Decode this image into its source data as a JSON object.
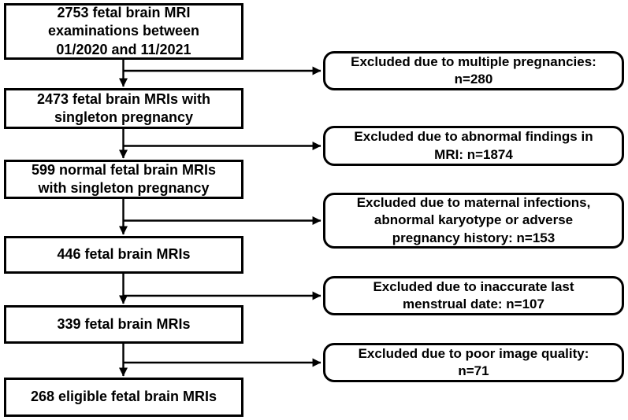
{
  "diagram": {
    "type": "flowchart",
    "background_color": "#ffffff",
    "line_color": "#000000",
    "text_color": "#000000",
    "process_boxes": [
      {
        "id": "total-examinations",
        "label": "2753 fetal brain MRI\nexaminations between\n01/2020 and 11/2021"
      },
      {
        "id": "singleton",
        "label": "2473 fetal brain MRIs with\nsingleton pregnancy"
      },
      {
        "id": "normal-singleton",
        "label": "599 normal fetal brain MRIs\nwith singleton pregnancy"
      },
      {
        "id": "after-history-filter",
        "label": "446 fetal brain MRIs"
      },
      {
        "id": "after-date-filter",
        "label": "339 fetal brain MRIs"
      },
      {
        "id": "eligible",
        "label": "268 eligible fetal brain MRIs"
      }
    ],
    "exclusion_boxes": [
      {
        "id": "multiple-pregnancies",
        "label": "Excluded due to multiple pregnancies:\nn=280"
      },
      {
        "id": "abnormal-findings",
        "label": "Excluded due to abnormal findings in\nMRI: n=1874"
      },
      {
        "id": "maternal-infections",
        "label": "Excluded due to maternal infections,\nabnormal karyotype or adverse\npregnancy history: n=153"
      },
      {
        "id": "inaccurate-date",
        "label": "Excluded due to inaccurate last\nmenstrual date: n=107"
      },
      {
        "id": "poor-image-quality",
        "label": "Excluded due to poor image quality:\nn=71"
      }
    ]
  }
}
